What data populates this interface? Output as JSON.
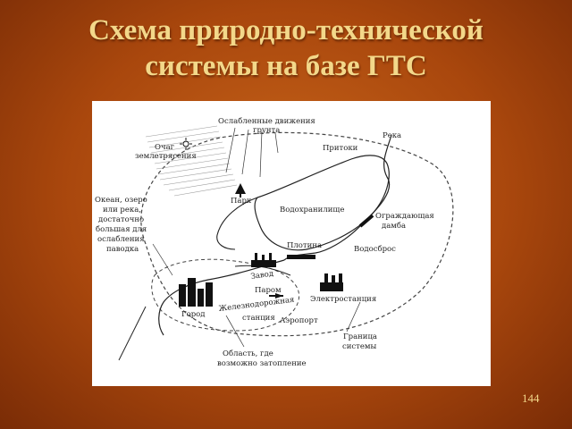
{
  "slide": {
    "title_line1": "Схема природно-технической",
    "title_line2": "системы на базе ГТС",
    "page_number": "144"
  },
  "diagram": {
    "labels": {
      "weak_ground_1": "Ослабленные движения",
      "weak_ground_2": "грунта",
      "quake_1": "Очаг",
      "quake_2": "землетрясения",
      "tributaries": "Притоки",
      "river": "Река",
      "ocean_1": "Океан, озеро",
      "ocean_2": "или река,",
      "ocean_3": "достаточно",
      "ocean_4": "большая для",
      "ocean_5": "ослабления",
      "ocean_6": "паводка",
      "park": "Парк",
      "reservoir": "Водохранилище",
      "levee_1": "Ограждающая",
      "levee_2": "дамба",
      "dam": "Плотина",
      "spillway": "Водосброс",
      "factory": "Завод",
      "ferry": "Паром",
      "power_station": "Электростанция",
      "city": "Город",
      "rail_1": "Железнодорожная",
      "rail_2": "станция",
      "airport": "Аэропорт",
      "boundary_1": "Граница",
      "boundary_2": "системы",
      "flood_1": "Область, где",
      "flood_2": "возможно затопление"
    }
  }
}
